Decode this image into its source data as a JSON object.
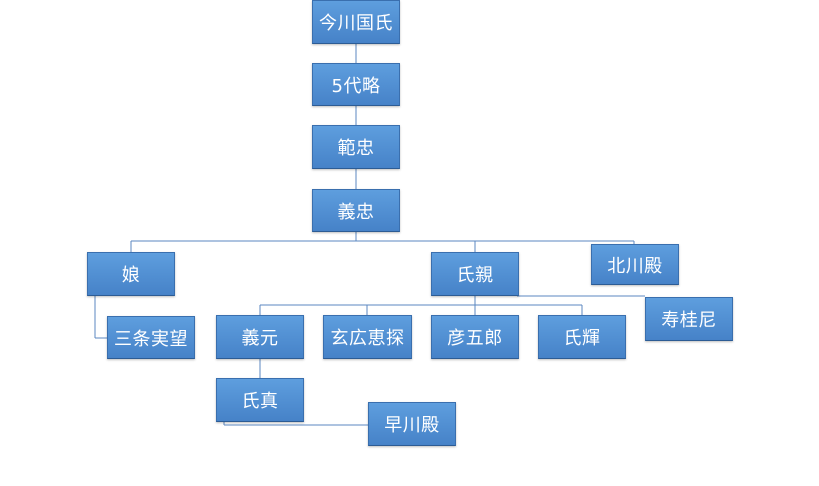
{
  "nodes": {
    "imagawa_kunuji": "今川国氏",
    "go_dai_ryaku": "5代略",
    "noritada": "範忠",
    "yoshitada": "義忠",
    "musume": "娘",
    "sanjo_sanetsugu": "三条実望",
    "ujichika": "氏親",
    "kitagawa_dono": "北川殿",
    "jukeini": "寿桂尼",
    "yoshimoto": "義元",
    "genko_etan": "玄広恵探",
    "hikogoro": "彦五郎",
    "ujiteru": "氏輝",
    "ujizane": "氏真",
    "hayakawa_dono": "早川殿"
  }
}
